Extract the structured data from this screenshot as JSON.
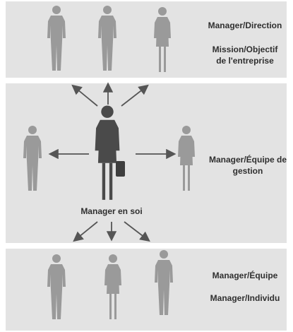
{
  "bands": {
    "top": {
      "label_1": "Manager/Direction",
      "label_2_line1": "Mission/Objectif",
      "label_2_line2": "de l'entreprise"
    },
    "middle": {
      "label_line1": "Manager/Équipe de",
      "label_line2": "gestion"
    },
    "bottom": {
      "label_1": "Manager/Équipe",
      "label_2": "Manager/Individu"
    }
  },
  "center": {
    "caption": "Manager en soi"
  },
  "colors": {
    "band_background": "#e3e3e3",
    "figure_light": "#9a9a9a",
    "figure_dark": "#4a4a4a",
    "arrow": "#555555",
    "text": "#2f2f2f"
  },
  "icons": {
    "person": "person-silhouette-icon",
    "arrow": "arrow-icon"
  }
}
